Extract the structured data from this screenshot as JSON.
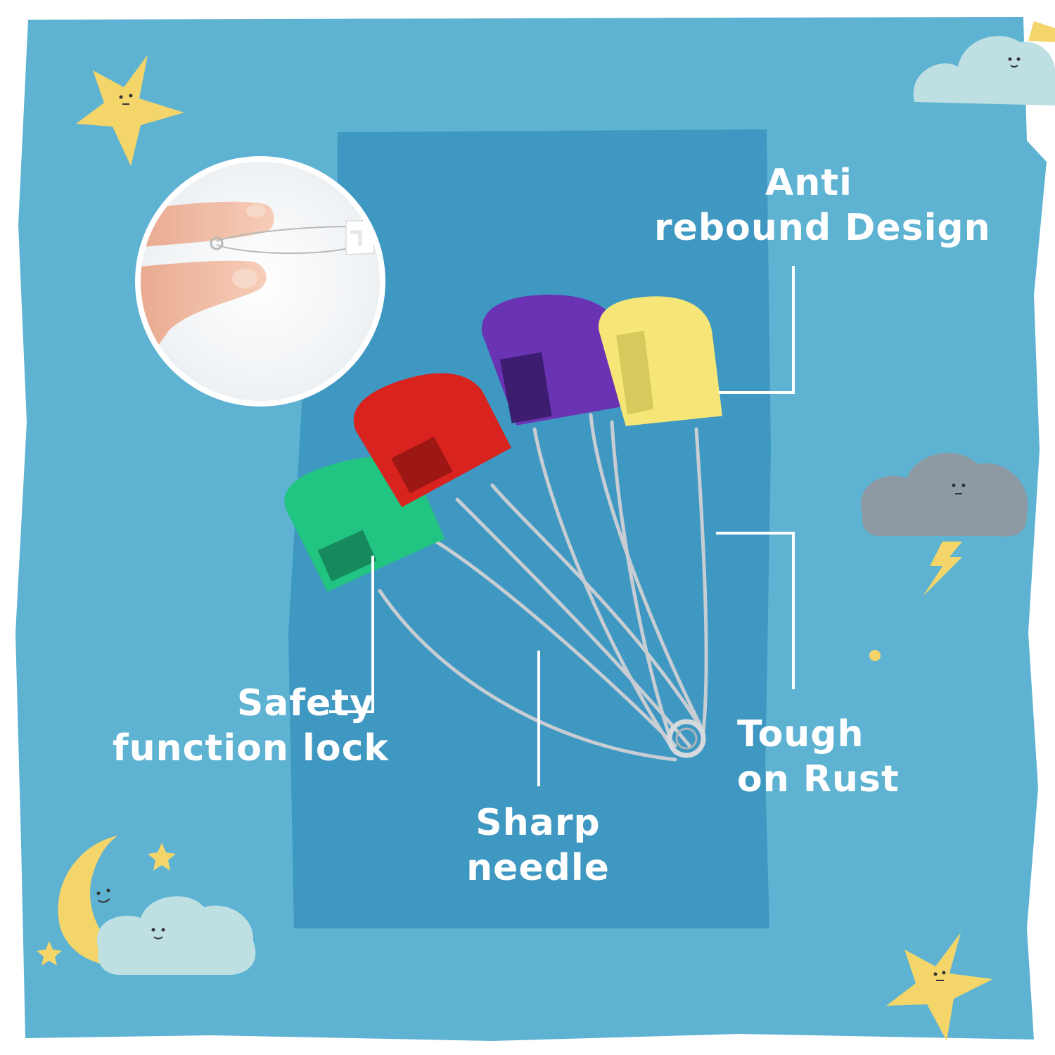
{
  "colors": {
    "page_background": "#ffffff",
    "outer_panel": "#5eb2d2",
    "inner_panel": "#3f98c1",
    "label_text": "#ffffff",
    "connector_line": "#ffffff",
    "star_yellow": "#f4d56a",
    "cloud_light": "#bfe0e2",
    "cloud_grey": "#8d9aa3",
    "pin_green": "#22c482",
    "pin_red": "#d8231f",
    "pin_purple": "#6a33b4",
    "pin_yellow": "#f6e677",
    "pin_steel": "#c7cdd3"
  },
  "callouts": {
    "anti_rebound": [
      "Anti",
      "rebound Design"
    ],
    "safety_lock": [
      "Safety",
      "function lock"
    ],
    "sharp_needle": [
      "Sharp",
      "needle"
    ],
    "tough_on_rust": [
      "Tough",
      "on Rust"
    ]
  },
  "icons": [
    "star-icon",
    "cloud-icon",
    "moon-icon",
    "lightning-icon",
    "safety-pin-icon"
  ]
}
